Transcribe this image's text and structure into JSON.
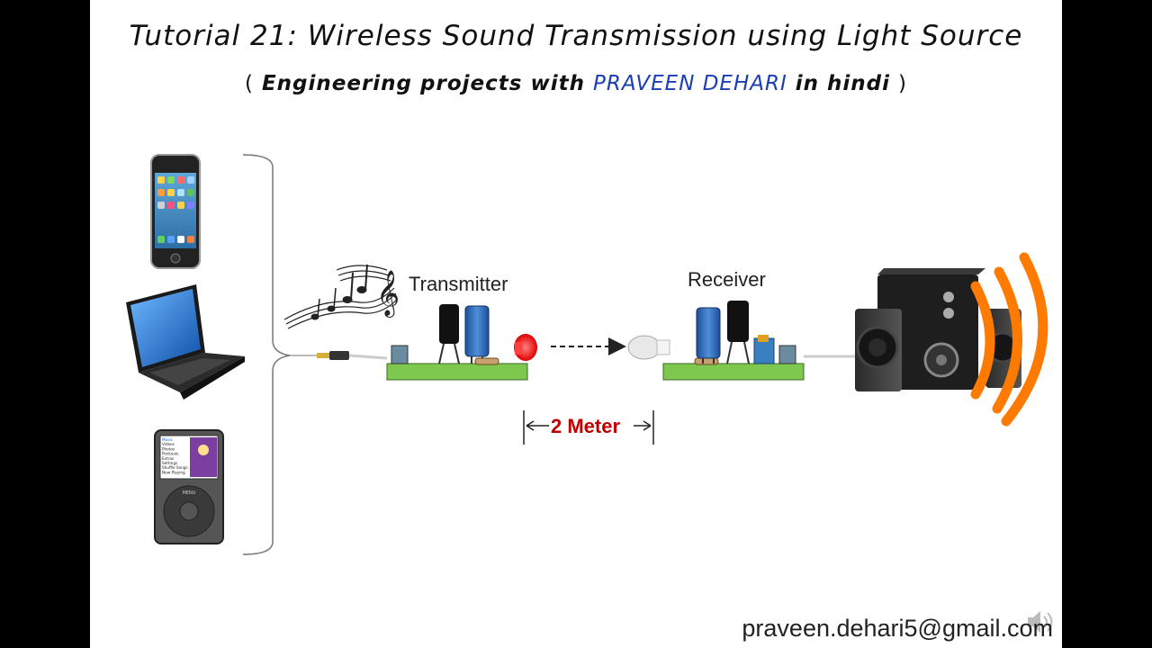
{
  "title": "Tutorial 21: Wireless Sound Transmission using Light Source",
  "subtitle": {
    "open": "(",
    "prefix": "Engineering projects with",
    "name": "PRAVEEN DEHARI",
    "suffix": "in hindi",
    "close": ")"
  },
  "labels": {
    "transmitter": "Transmitter",
    "receiver": "Receiver",
    "distance": "2 Meter"
  },
  "footer": {
    "email": "praveen.dehari5@gmail.com"
  },
  "ipod_menu": [
    "Music",
    "Videos",
    "Photos",
    "Podcasts",
    "Extras",
    "Settings",
    "Shuffle Songs",
    "Now Playing"
  ],
  "ipod_wheel_label": "MENU",
  "colors": {
    "background": "#000000",
    "slide": "#ffffff",
    "name_accent": "#1a3fb5",
    "distance_accent": "#c00000",
    "board": "#7ec850",
    "sound_waves": "#ff7a00",
    "led": "#ff2020"
  }
}
